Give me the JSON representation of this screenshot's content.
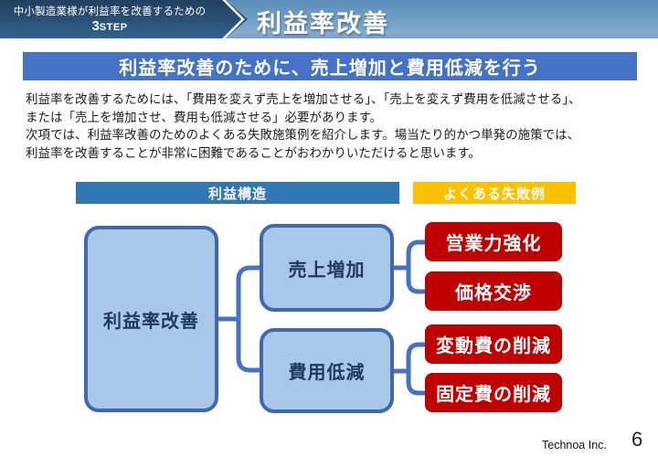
{
  "header": {
    "left_line1": "中小製造業様が利益率を改善するための",
    "step_num": "3",
    "step_caps": "STEP",
    "title": "利益率改善"
  },
  "title_bar": {
    "text": "利益率改善のために、売上増加と費用低減を行う"
  },
  "body": {
    "paragraph": "利益率を改善するためには、「費用を変えず売上を増加させる」、「売上を変えず費用を低減させる」、\nまたは「売上を増加させ、費用も低減させる」必要があります。\n次項では、利益率改善のためのよくある失敗施策例を紹介します。場当たり的かつ単発の施策では、\n利益率を改善することが非常に困難であることがおわかりいただけると思います。"
  },
  "diagram": {
    "structure_label": "利益構造",
    "failure_label": "よくある失敗例",
    "root": "利益率改善",
    "mid": [
      "売上増加",
      "費用低減"
    ],
    "leaves": [
      "営業力強化",
      "価格交渉",
      "変動費の削減",
      "固定費の削減"
    ]
  },
  "colors": {
    "accent_blue": "#4472C4",
    "bar_blue": "#3176B5",
    "bar_yellow": "#FFC000",
    "node_fill": "#A9C8E9",
    "node_border": "#3E68B0",
    "leaf_red": "#C00000",
    "header_dark_navy": "#24415E",
    "header_light_blue": "#6F9EC5"
  },
  "footer": {
    "company": "Technoa Inc.",
    "page": "6"
  }
}
